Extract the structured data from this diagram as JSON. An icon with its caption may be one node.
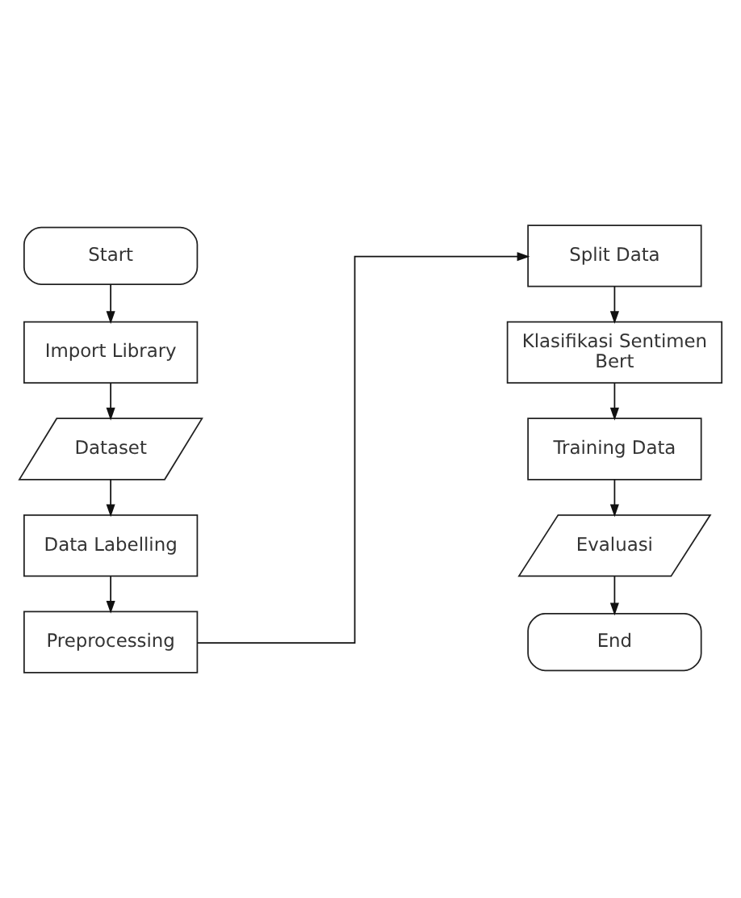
{
  "diagram": {
    "nodes": [
      {
        "text": [
          "Start"
        ]
      },
      {
        "text": [
          "Import Library"
        ]
      },
      {
        "text": [
          "Dataset"
        ]
      },
      {
        "text": [
          "Data Labelling"
        ]
      },
      {
        "text": [
          "Preprocessing"
        ]
      },
      {
        "text": [
          "Split Data"
        ]
      },
      {
        "text": [
          "Klasifikasi Sentimen Bert"
        ]
      },
      {
        "text": [
          "Training Data"
        ]
      },
      {
        "text": [
          "Evaluasi"
        ]
      },
      {
        "text": [
          "End"
        ]
      }
    ],
    "edges": [
      {
        "from": 0,
        "to": 1,
        "arrow": "to"
      },
      {
        "from": 1,
        "to": 2,
        "arrow": "to"
      },
      {
        "from": 2,
        "to": 3,
        "arrow": "to"
      },
      {
        "from": 3,
        "to": 4,
        "arrow": "to"
      },
      {
        "from": 4,
        "to": 5,
        "arrow": "to"
      },
      {
        "from": 5,
        "to": 6,
        "arrow": "to"
      },
      {
        "from": 6,
        "to": 7,
        "arrow": "to"
      },
      {
        "from": 7,
        "to": 8,
        "arrow": "to"
      },
      {
        "from": 8,
        "to": 9,
        "arrow": "to"
      }
    ]
  }
}
